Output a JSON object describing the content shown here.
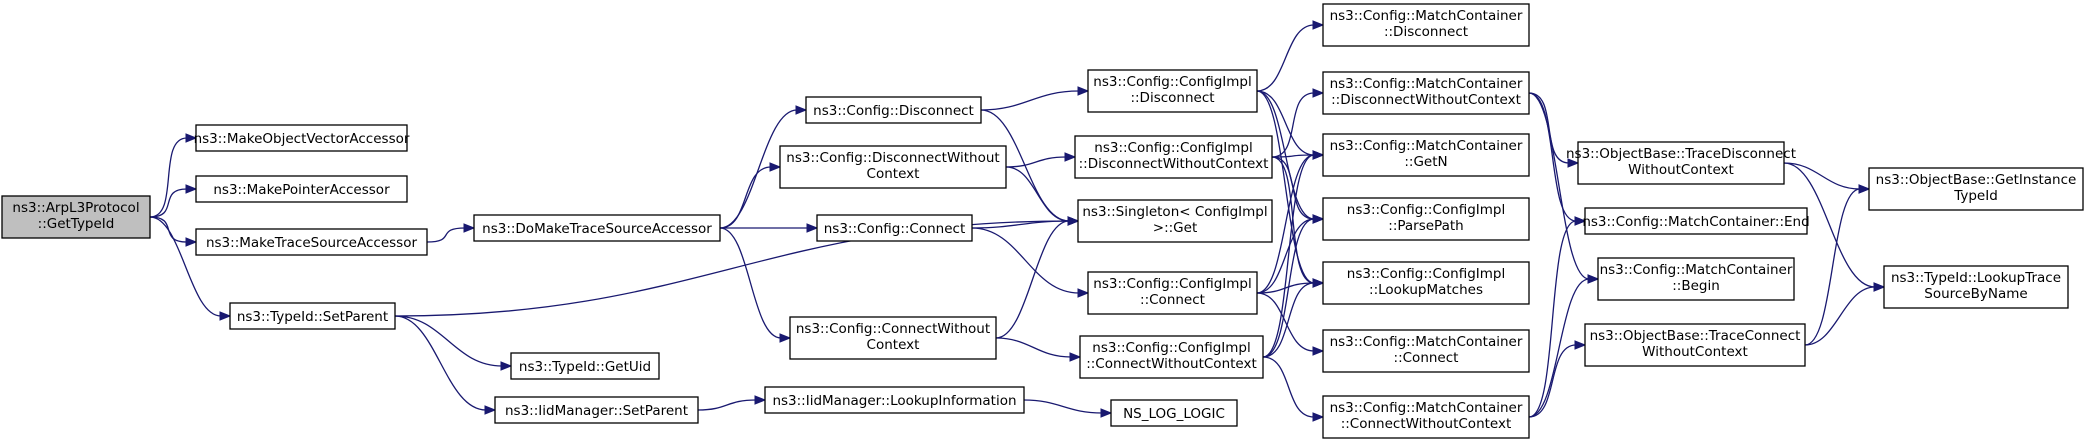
{
  "diagram": {
    "type": "call-graph",
    "colors": {
      "edge": "#191970",
      "root_fill": "#bfbfbf",
      "node_fill": "#ffffff",
      "border": "#000000"
    },
    "nodes": [
      {
        "id": "root",
        "lines": [
          "ns3::ArpL3Protocol",
          "::GetTypeId"
        ]
      },
      {
        "id": "mova",
        "lines": [
          "ns3::MakeObjectVectorAccessor"
        ]
      },
      {
        "id": "mpa",
        "lines": [
          "ns3::MakePointerAccessor"
        ]
      },
      {
        "id": "mtsa",
        "lines": [
          "ns3::MakeTraceSourceAccessor"
        ]
      },
      {
        "id": "tsp",
        "lines": [
          "ns3::TypeId::SetParent"
        ]
      },
      {
        "id": "dmtsa",
        "lines": [
          "ns3::DoMakeTraceSourceAccessor"
        ]
      },
      {
        "id": "tgu",
        "lines": [
          "ns3::TypeId::GetUid"
        ]
      },
      {
        "id": "imsp",
        "lines": [
          "ns3::IidManager::SetParent"
        ]
      },
      {
        "id": "cdis",
        "lines": [
          "ns3::Config::Disconnect"
        ]
      },
      {
        "id": "cdwc",
        "lines": [
          "ns3::Config::DisconnectWithout",
          "Context"
        ]
      },
      {
        "id": "ccon",
        "lines": [
          "ns3::Config::Connect"
        ]
      },
      {
        "id": "ccwc",
        "lines": [
          "ns3::Config::ConnectWithout",
          "Context"
        ]
      },
      {
        "id": "imli",
        "lines": [
          "ns3::IidManager::LookupInformation"
        ]
      },
      {
        "id": "cidis",
        "lines": [
          "ns3::Config::ConfigImpl",
          "::Disconnect"
        ]
      },
      {
        "id": "cidwc",
        "lines": [
          "ns3::Config::ConfigImpl",
          "::DisconnectWithoutContext"
        ]
      },
      {
        "id": "sget",
        "lines": [
          "ns3::Singleton< ConfigImpl",
          ">::Get"
        ]
      },
      {
        "id": "cicon",
        "lines": [
          "ns3::Config::ConfigImpl",
          "::Connect"
        ]
      },
      {
        "id": "cicwc",
        "lines": [
          "ns3::Config::ConfigImpl",
          "::ConnectWithoutContext"
        ]
      },
      {
        "id": "nslog",
        "lines": [
          "NS_LOG_LOGIC"
        ]
      },
      {
        "id": "mcdis",
        "lines": [
          "ns3::Config::MatchContainer",
          "::Disconnect"
        ]
      },
      {
        "id": "mcdwc",
        "lines": [
          "ns3::Config::MatchContainer",
          "::DisconnectWithoutContext"
        ]
      },
      {
        "id": "mcgetn",
        "lines": [
          "ns3::Config::MatchContainer",
          "::GetN"
        ]
      },
      {
        "id": "cipp",
        "lines": [
          "ns3::Config::ConfigImpl",
          "::ParsePath"
        ]
      },
      {
        "id": "cilm",
        "lines": [
          "ns3::Config::ConfigImpl",
          "::LookupMatches"
        ]
      },
      {
        "id": "mccon",
        "lines": [
          "ns3::Config::MatchContainer",
          "::Connect"
        ]
      },
      {
        "id": "mccwc",
        "lines": [
          "ns3::Config::MatchContainer",
          "::ConnectWithoutContext"
        ]
      },
      {
        "id": "obtdwc",
        "lines": [
          "ns3::ObjectBase::TraceDisconnect",
          "WithoutContext"
        ]
      },
      {
        "id": "mcend",
        "lines": [
          "ns3::Config::MatchContainer::End"
        ]
      },
      {
        "id": "mcbegin",
        "lines": [
          "ns3::Config::MatchContainer",
          "::Begin"
        ]
      },
      {
        "id": "obtcwc",
        "lines": [
          "ns3::ObjectBase::TraceConnect",
          "WithoutContext"
        ]
      },
      {
        "id": "obgit",
        "lines": [
          "ns3::ObjectBase::GetInstance",
          "TypeId"
        ]
      },
      {
        "id": "tltsbn",
        "lines": [
          "ns3::TypeId::LookupTrace",
          "SourceByName"
        ]
      }
    ],
    "edges": [
      [
        "root",
        "mova"
      ],
      [
        "root",
        "mpa"
      ],
      [
        "root",
        "mtsa"
      ],
      [
        "root",
        "tsp"
      ],
      [
        "mtsa",
        "dmtsa"
      ],
      [
        "tsp",
        "tgu"
      ],
      [
        "tsp",
        "imsp"
      ],
      [
        "tsp",
        "sget"
      ],
      [
        "imsp",
        "imli"
      ],
      [
        "imli",
        "nslog"
      ],
      [
        "dmtsa",
        "cdis"
      ],
      [
        "dmtsa",
        "cdwc"
      ],
      [
        "dmtsa",
        "ccon"
      ],
      [
        "dmtsa",
        "ccwc"
      ],
      [
        "cdis",
        "cidis"
      ],
      [
        "cdis",
        "sget"
      ],
      [
        "cdwc",
        "cidwc"
      ],
      [
        "cdwc",
        "sget"
      ],
      [
        "ccon",
        "sget"
      ],
      [
        "ccon",
        "cicon"
      ],
      [
        "ccwc",
        "sget"
      ],
      [
        "ccwc",
        "cicwc"
      ],
      [
        "cidis",
        "mcdis"
      ],
      [
        "cidis",
        "mcgetn"
      ],
      [
        "cidis",
        "cipp"
      ],
      [
        "cidis",
        "cilm"
      ],
      [
        "cidwc",
        "mcdwc"
      ],
      [
        "cidwc",
        "mcgetn"
      ],
      [
        "cidwc",
        "cipp"
      ],
      [
        "cidwc",
        "cilm"
      ],
      [
        "cicon",
        "mcgetn"
      ],
      [
        "cicon",
        "cipp"
      ],
      [
        "cicon",
        "cilm"
      ],
      [
        "cicon",
        "mccon"
      ],
      [
        "cicwc",
        "mcgetn"
      ],
      [
        "cicwc",
        "cipp"
      ],
      [
        "cicwc",
        "cilm"
      ],
      [
        "cicwc",
        "mccwc"
      ],
      [
        "mcdwc",
        "obtdwc"
      ],
      [
        "mcdwc",
        "mcend"
      ],
      [
        "mcdwc",
        "mcbegin"
      ],
      [
        "mccwc",
        "mcend"
      ],
      [
        "mccwc",
        "mcbegin"
      ],
      [
        "mccwc",
        "obtcwc"
      ],
      [
        "obtdwc",
        "obgit"
      ],
      [
        "obtdwc",
        "tltsbn"
      ],
      [
        "obtcwc",
        "obgit"
      ],
      [
        "obtcwc",
        "tltsbn"
      ]
    ]
  }
}
